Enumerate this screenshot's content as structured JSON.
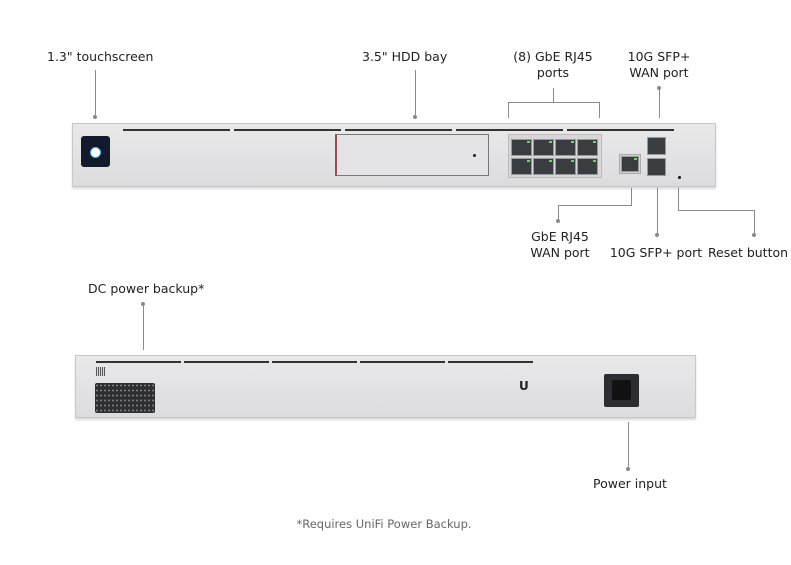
{
  "front_labels": {
    "touchscreen": "1.3\" touchscreen",
    "hdd_bay": "3.5\" HDD bay",
    "gbe_ports": [
      "(8) GbE RJ45",
      "ports"
    ],
    "sfp_wan": [
      "10G SFP+",
      "WAN port"
    ],
    "gbe_wan": [
      "GbE RJ45",
      "WAN port"
    ],
    "sfp_port": "10G SFP+ port",
    "reset": "Reset button"
  },
  "rear_labels": {
    "dc_backup": "DC power backup*",
    "power_input": "Power input"
  },
  "footnote": "*Requires UniFi Power Backup."
}
